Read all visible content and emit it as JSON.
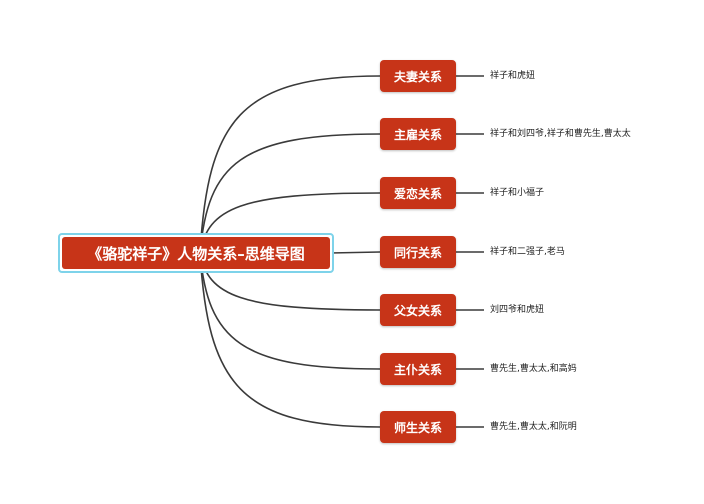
{
  "root": {
    "label": "《骆驼祥子》人物关系–思维导图"
  },
  "branches": [
    {
      "label": "夫妻关系",
      "detail": "祥子和虎妞"
    },
    {
      "label": "主雇关系",
      "detail": "祥子和刘四爷,祥子和曹先生,曹太太"
    },
    {
      "label": "爱恋关系",
      "detail": "祥子和小福子"
    },
    {
      "label": "同行关系",
      "detail": "祥子和二强子,老马"
    },
    {
      "label": "父女关系",
      "detail": "刘四爷和虎妞"
    },
    {
      "label": "主仆关系",
      "detail": "曹先生,曹太太,和高妈"
    },
    {
      "label": "师生关系",
      "detail": "曹先生,曹太太,和阮明"
    }
  ],
  "colors": {
    "node_fill": "#c73418",
    "node_text": "#ffffff",
    "root_outline": "#7ed3ea",
    "connector": "#3a3a3a"
  }
}
